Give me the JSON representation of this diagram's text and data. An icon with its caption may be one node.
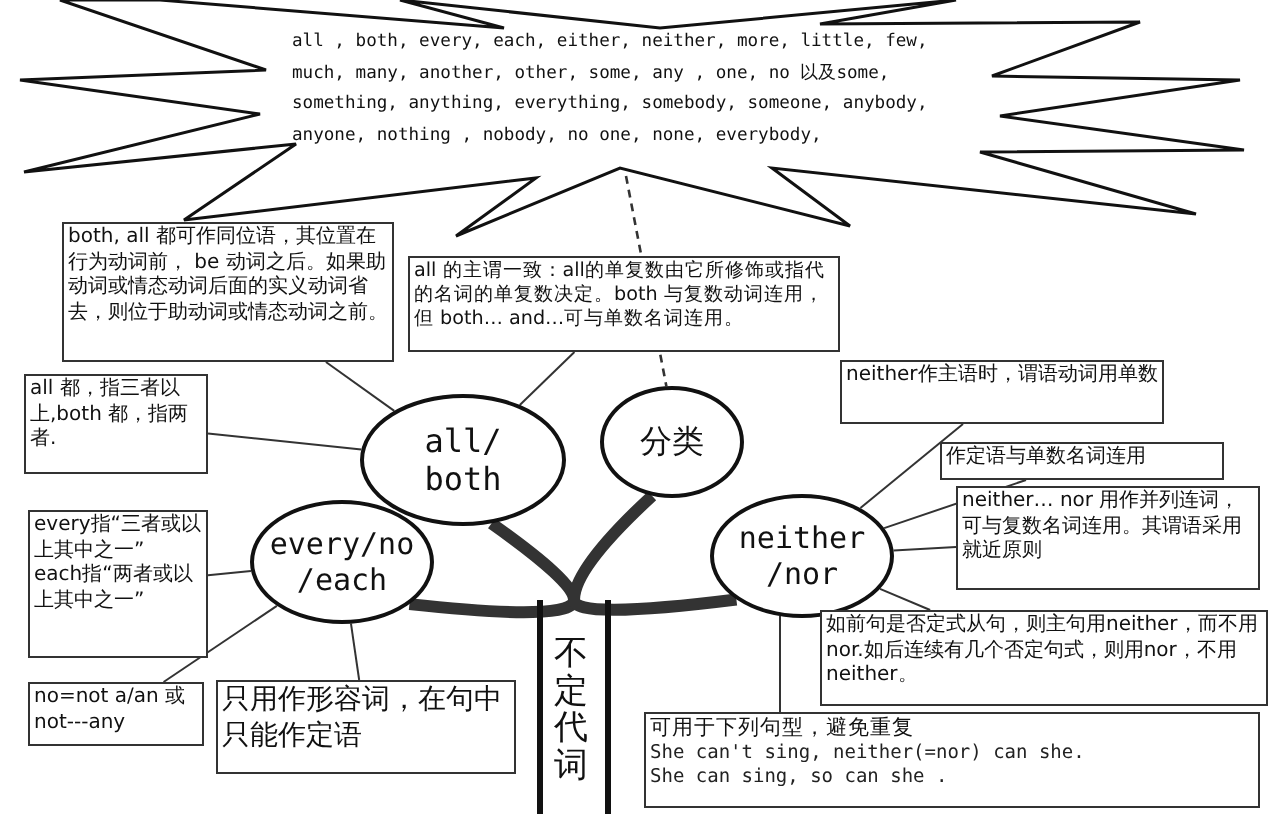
{
  "diagram": {
    "nodes": [
      {
        "text": [
          "all , both, every, each, either, neither, more, little, few, much, many, another, other, some, any , one, no 以及some, something, anything, everything, somebody, someone, anybody, anyone, nothing , nobody, no one, none, everybody,"
        ]
      },
      {
        "text": [
          "both, all 都可作同位语，其位置在行为动词前， be 动词之后。如果助动词或情态动词后面的实义动词省去，则位于助动词或情态动词之前。"
        ]
      },
      {
        "text": [
          "all 的主谓一致：all的单复数由它所修饰或指代的名词的单复数决定。both 与复数动词连用，但 both… and…可与单数名词连用。"
        ]
      },
      {
        "text": [
          "all 都，指三者以上,both 都，指两者."
        ]
      },
      {
        "text": [
          "all/ both"
        ]
      },
      {
        "text": [
          "分类"
        ]
      },
      {
        "text": [
          "neither作主语时，谓语动词用单数"
        ]
      },
      {
        "text": [
          "作定语与单数名词连用"
        ]
      },
      {
        "text": [
          "every指“三者或以上其中之一”",
          "each指“两者或以上其中之一”"
        ]
      },
      {
        "text": [
          "every/no /each"
        ]
      },
      {
        "text": [
          "neither /nor"
        ]
      },
      {
        "text": [
          "neither… nor 用作并列连词，可与复数名词连用。其谓语采用就近原则"
        ]
      },
      {
        "text": [
          "no=not a/an 或not---any"
        ]
      },
      {
        "text": [
          "只用作形容词，在句中只能作定语"
        ]
      },
      {
        "text": [
          "不定代词"
        ]
      },
      {
        "text": [
          "如前句是否定式从句，则主句用neither，而不用 nor.如后连续有几个否定句式，则用nor，不用neither。"
        ]
      },
      {
        "text": [
          "可用于下列句型，避免重复",
          "She can't sing, neither(=nor) can she.",
          "She can sing, so can she ."
        ]
      }
    ],
    "edges": [
      {
        "from": 1,
        "to": 4,
        "arrow": "none"
      },
      {
        "from": 2,
        "to": 4,
        "arrow": "none"
      },
      {
        "from": 3,
        "to": 4,
        "arrow": "none"
      },
      {
        "from": 0,
        "to": 5,
        "arrow": "none",
        "style": "dashed"
      },
      {
        "from": 8,
        "to": 9,
        "arrow": "none"
      },
      {
        "from": 12,
        "to": 9,
        "arrow": "none"
      },
      {
        "from": 13,
        "to": 9,
        "arrow": "none"
      },
      {
        "from": 6,
        "to": 10,
        "arrow": "none"
      },
      {
        "from": 7,
        "to": 10,
        "arrow": "none"
      },
      {
        "from": 11,
        "to": 10,
        "arrow": "none"
      },
      {
        "from": 15,
        "to": 10,
        "arrow": "none"
      },
      {
        "from": 16,
        "to": 10,
        "arrow": "none"
      },
      {
        "from": 14,
        "to": 4,
        "arrow": "none",
        "style": "thick"
      },
      {
        "from": 14,
        "to": 5,
        "arrow": "none",
        "style": "thick"
      },
      {
        "from": 14,
        "to": 9,
        "arrow": "none",
        "style": "thick"
      },
      {
        "from": 14,
        "to": 10,
        "arrow": "none",
        "style": "thick"
      }
    ]
  }
}
